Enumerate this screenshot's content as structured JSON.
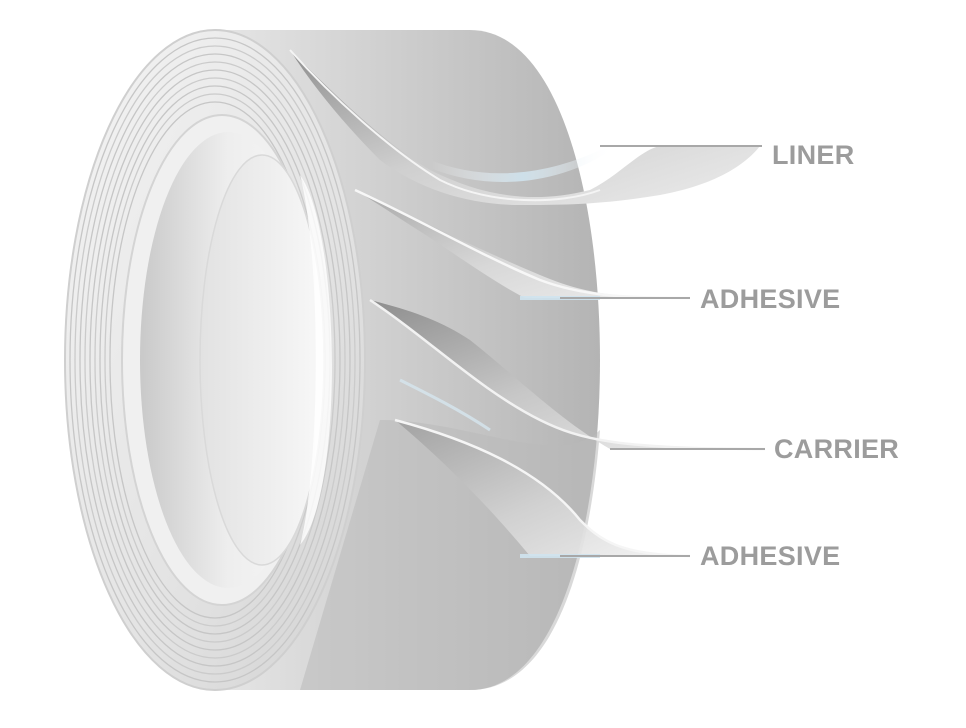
{
  "diagram": {
    "layers": [
      {
        "id": "liner",
        "label": "LINER"
      },
      {
        "id": "adhesive-top",
        "label": "ADHESIVE"
      },
      {
        "id": "carrier",
        "label": "CARRIER"
      },
      {
        "id": "adhesive-bottom",
        "label": "ADHESIVE"
      }
    ]
  },
  "colors": {
    "label_text": "#9c9c9c",
    "leader_line": "#a8a8a8",
    "roll_light": "#f3f3f3",
    "roll_mid": "#d8d8d8",
    "roll_dark": "#9a9a9a",
    "highlight_blue": "#cfe3ee"
  }
}
